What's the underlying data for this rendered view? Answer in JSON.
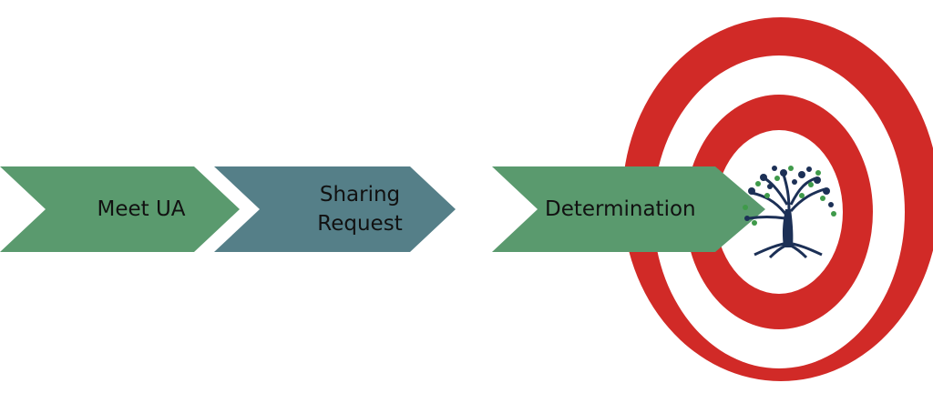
{
  "steps": [
    {
      "label": "Meet UA",
      "color": "#5a9a6e"
    },
    {
      "label": "Sharing Request",
      "line1": "Sharing",
      "line2": "Request",
      "color": "#557f88"
    },
    {
      "label": "Determination",
      "color": "#5a9a6e"
    }
  ],
  "target": {
    "ring_color": "#d12a27",
    "center_icon": "tree-icon",
    "tree_color": "#1c3056",
    "leaf_color": "#3f9a4a"
  }
}
